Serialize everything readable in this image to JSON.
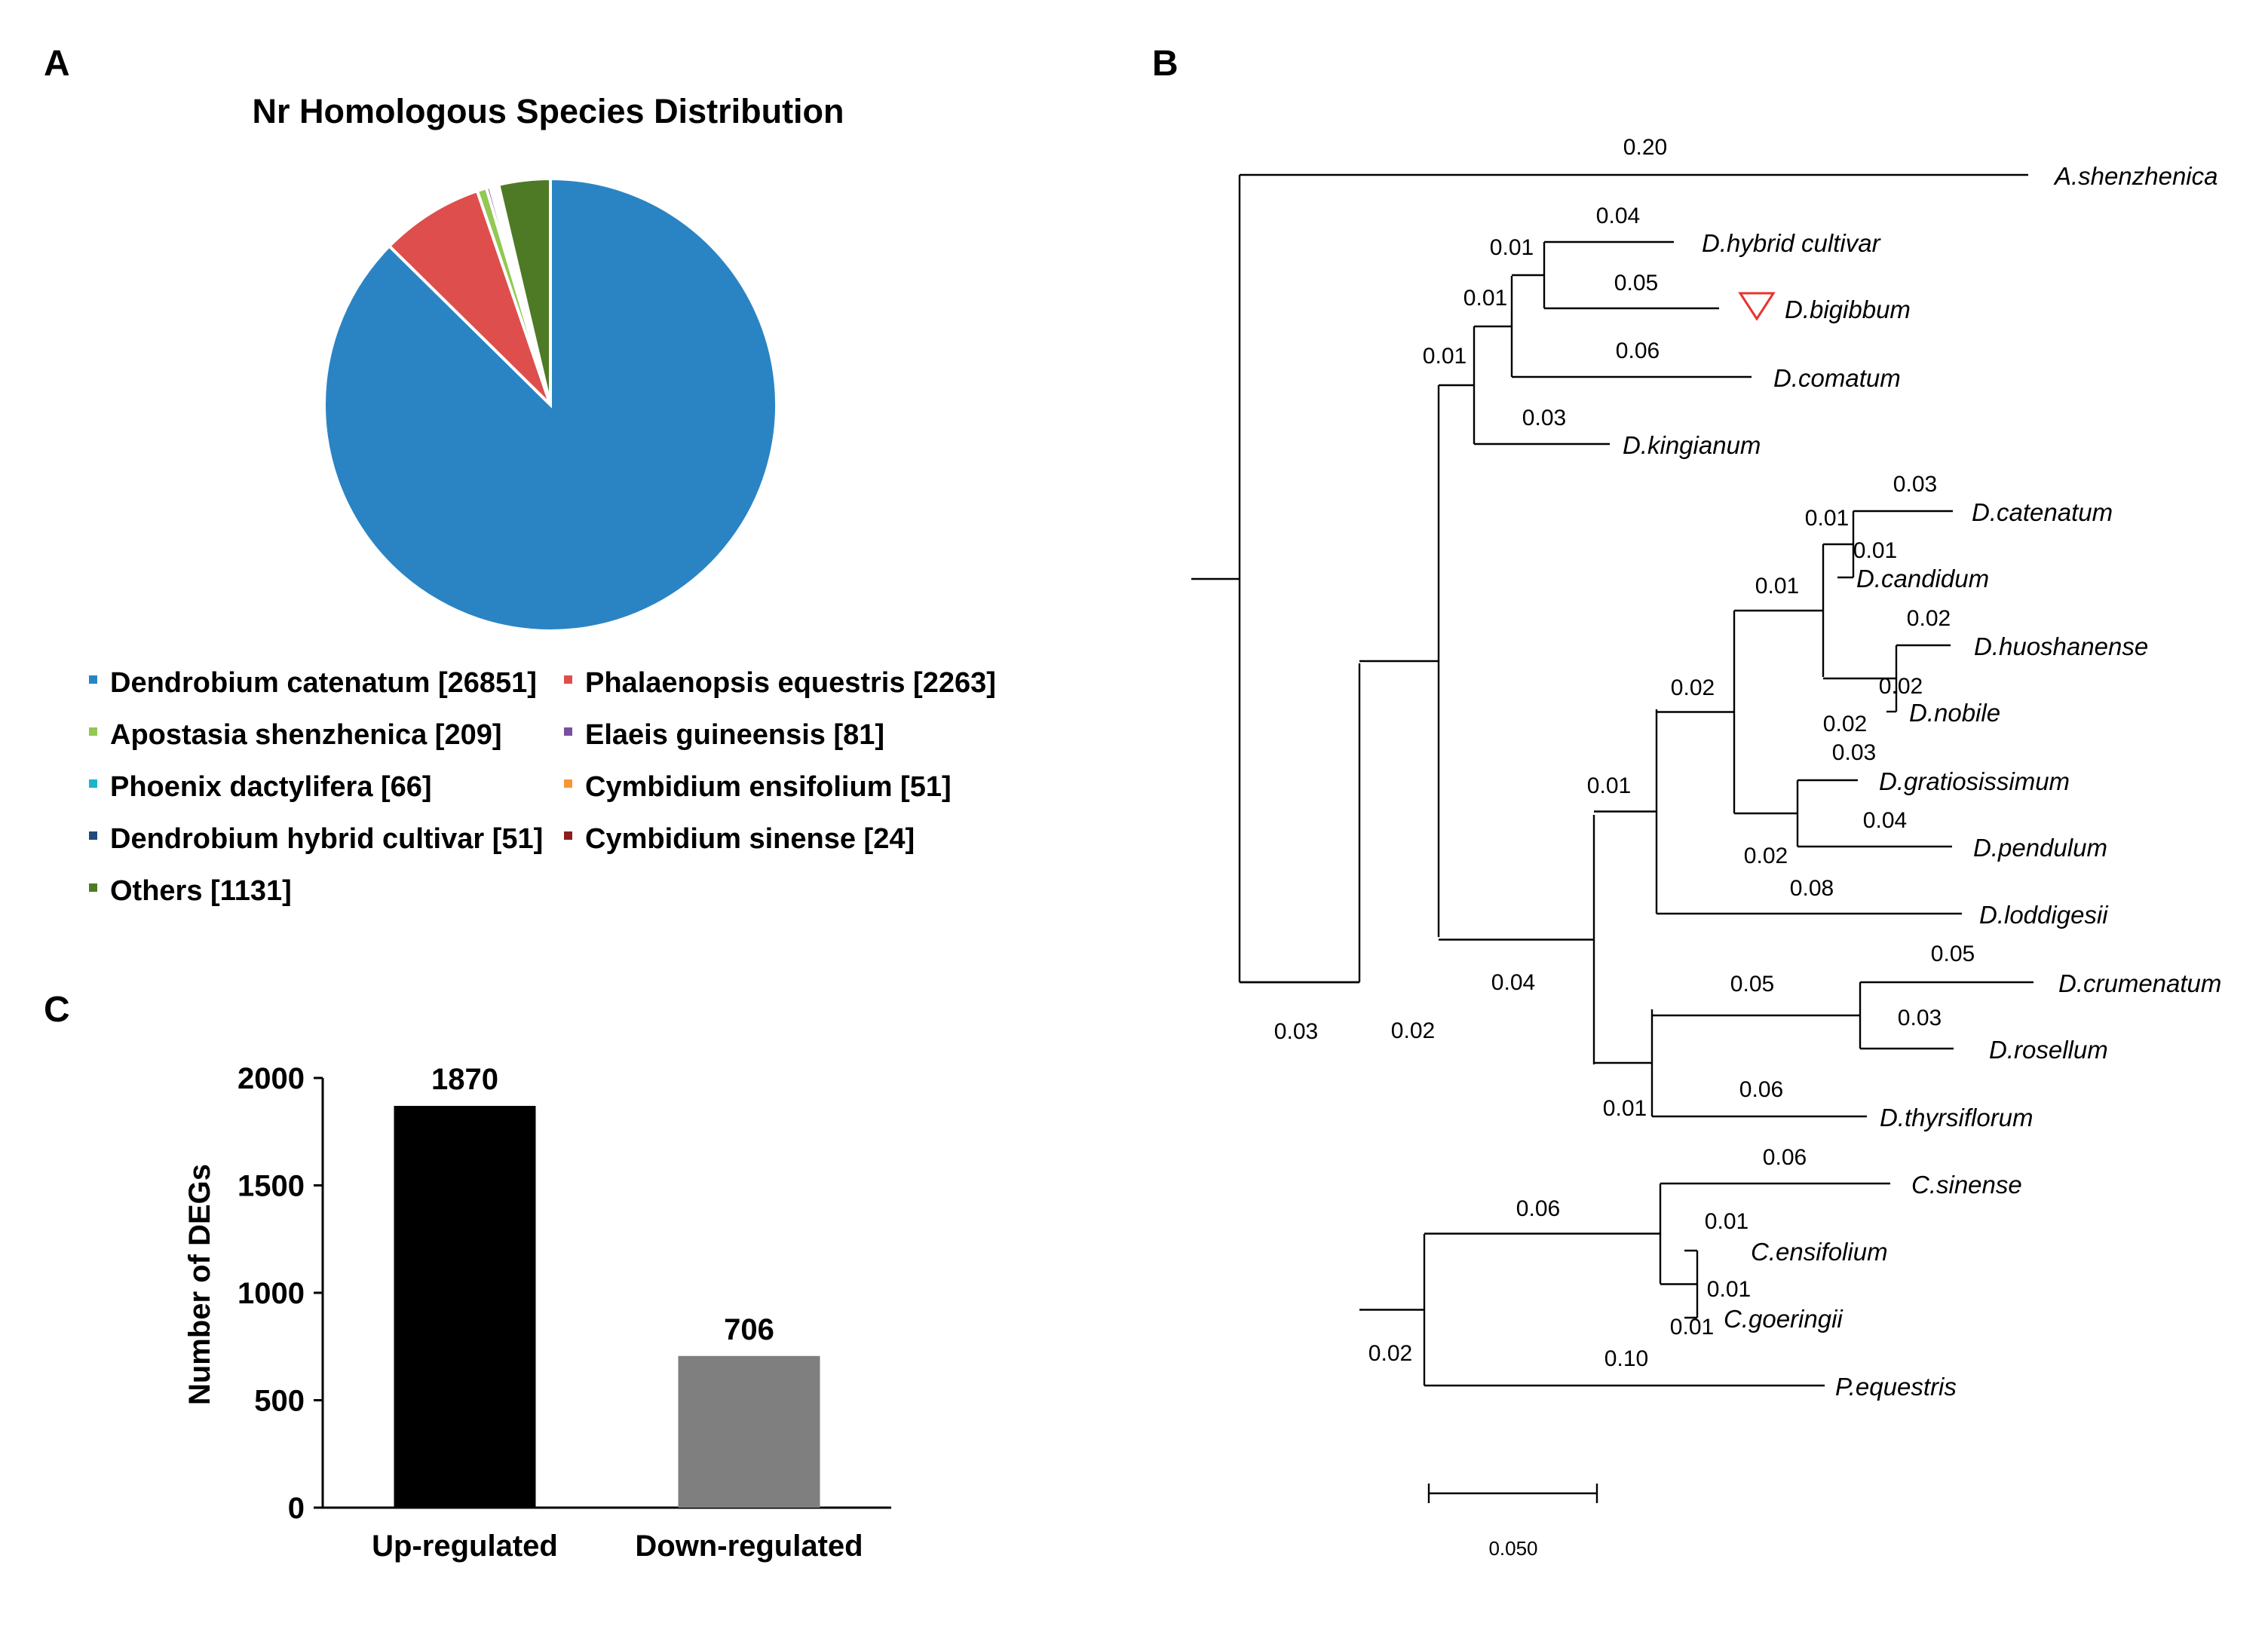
{
  "panels": {
    "a": "A",
    "b": "B",
    "c": "C"
  },
  "chart_data": [
    {
      "type": "pie",
      "title": "Nr Homologous Species Distribution",
      "start_angle_deg": 0,
      "direction": "clockwise",
      "legend_position": "bottom",
      "slices": [
        {
          "label": "Dendrobium catenatum [26851]",
          "value": 26851,
          "color": "#2A84C4"
        },
        {
          "label": "Phalaenopsis equestris [2263]",
          "value": 2263,
          "color": "#DE4E4C"
        },
        {
          "label": "Apostasia shenzhenica [209]",
          "value": 209,
          "color": "#92C853"
        },
        {
          "label": "Elaeis guineensis [81]",
          "value": 81,
          "color": "#7A4FA1"
        },
        {
          "label": "Phoenix dactylifera [66]",
          "value": 66,
          "color": "#1DB3CC"
        },
        {
          "label": "Cymbidium ensifolium [51]",
          "value": 51,
          "color": "#F69733"
        },
        {
          "label": "Dendrobium hybrid cultivar [51]",
          "value": 51,
          "color": "#1E4C7B"
        },
        {
          "label": "Cymbidium sinense [24]",
          "value": 24,
          "color": "#8B1E1E"
        },
        {
          "label": "Others [1131]",
          "value": 1131,
          "color": "#4E7A26"
        }
      ]
    },
    {
      "type": "bar",
      "title": "",
      "xlabel": "",
      "ylabel": "Number of DEGs",
      "ylim": [
        0,
        2000
      ],
      "yticks": [
        "0",
        "500",
        "1000",
        "1500",
        "2000"
      ],
      "grid": false,
      "categories": [
        "Up-regulated",
        "Down-regulated"
      ],
      "values": [
        1870,
        706
      ],
      "value_labels": [
        "1870",
        "706"
      ],
      "colors": [
        "#000000",
        "#7F7F7F"
      ]
    },
    {
      "type": "phylogenetic_tree",
      "title": "",
      "scale_bar_label": "0.050",
      "scale_bar_value": 0.05,
      "highlight_marker": "red open triangle",
      "highlight_color": "#E8332F",
      "taxa": [
        "A.shenzhenica",
        "D.hybrid cultivar",
        "D.bigibbum",
        "D.comatum",
        "D.kingianum",
        "D.catenatum",
        "D.candidum",
        "D.huoshanense",
        "D.nobile",
        "D.gratiosissimum",
        "D.pendulum",
        "D.loddigesii",
        "D.crumenatum",
        "D.rosellum",
        "D.thyrsiflorum",
        "C.sinense",
        "C.ensifolium",
        "C.goeringii",
        "P.equestris"
      ],
      "branch_labels": [
        "0.20",
        "0.04",
        "0.01",
        "0.05",
        "0.01",
        "0.06",
        "0.01",
        "0.03",
        "0.03",
        "0.01",
        "0.01",
        "0.02",
        "0.02",
        "0.01",
        "0.02",
        "0.02",
        "0.03",
        "0.04",
        "0.02",
        "0.08",
        "0.01",
        "0.04",
        "0.05",
        "0.05",
        "0.03",
        "0.06",
        "0.01",
        "0.02",
        "0.03",
        "0.06",
        "0.06",
        "0.01",
        "0.01",
        "0.01",
        "0.10",
        "0.02"
      ]
    }
  ]
}
